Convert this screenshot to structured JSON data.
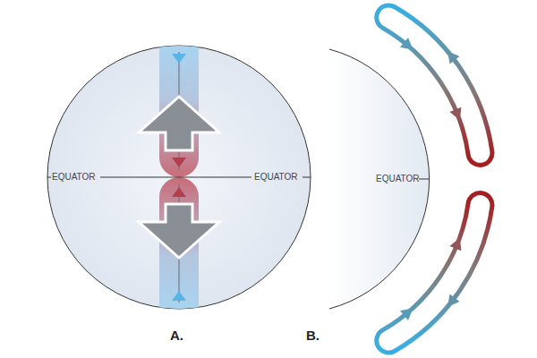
{
  "diagram": {
    "labels": [
      "EQUATOR",
      "EQUATOR",
      "EQUATOR",
      "A.",
      "B."
    ]
  }
}
